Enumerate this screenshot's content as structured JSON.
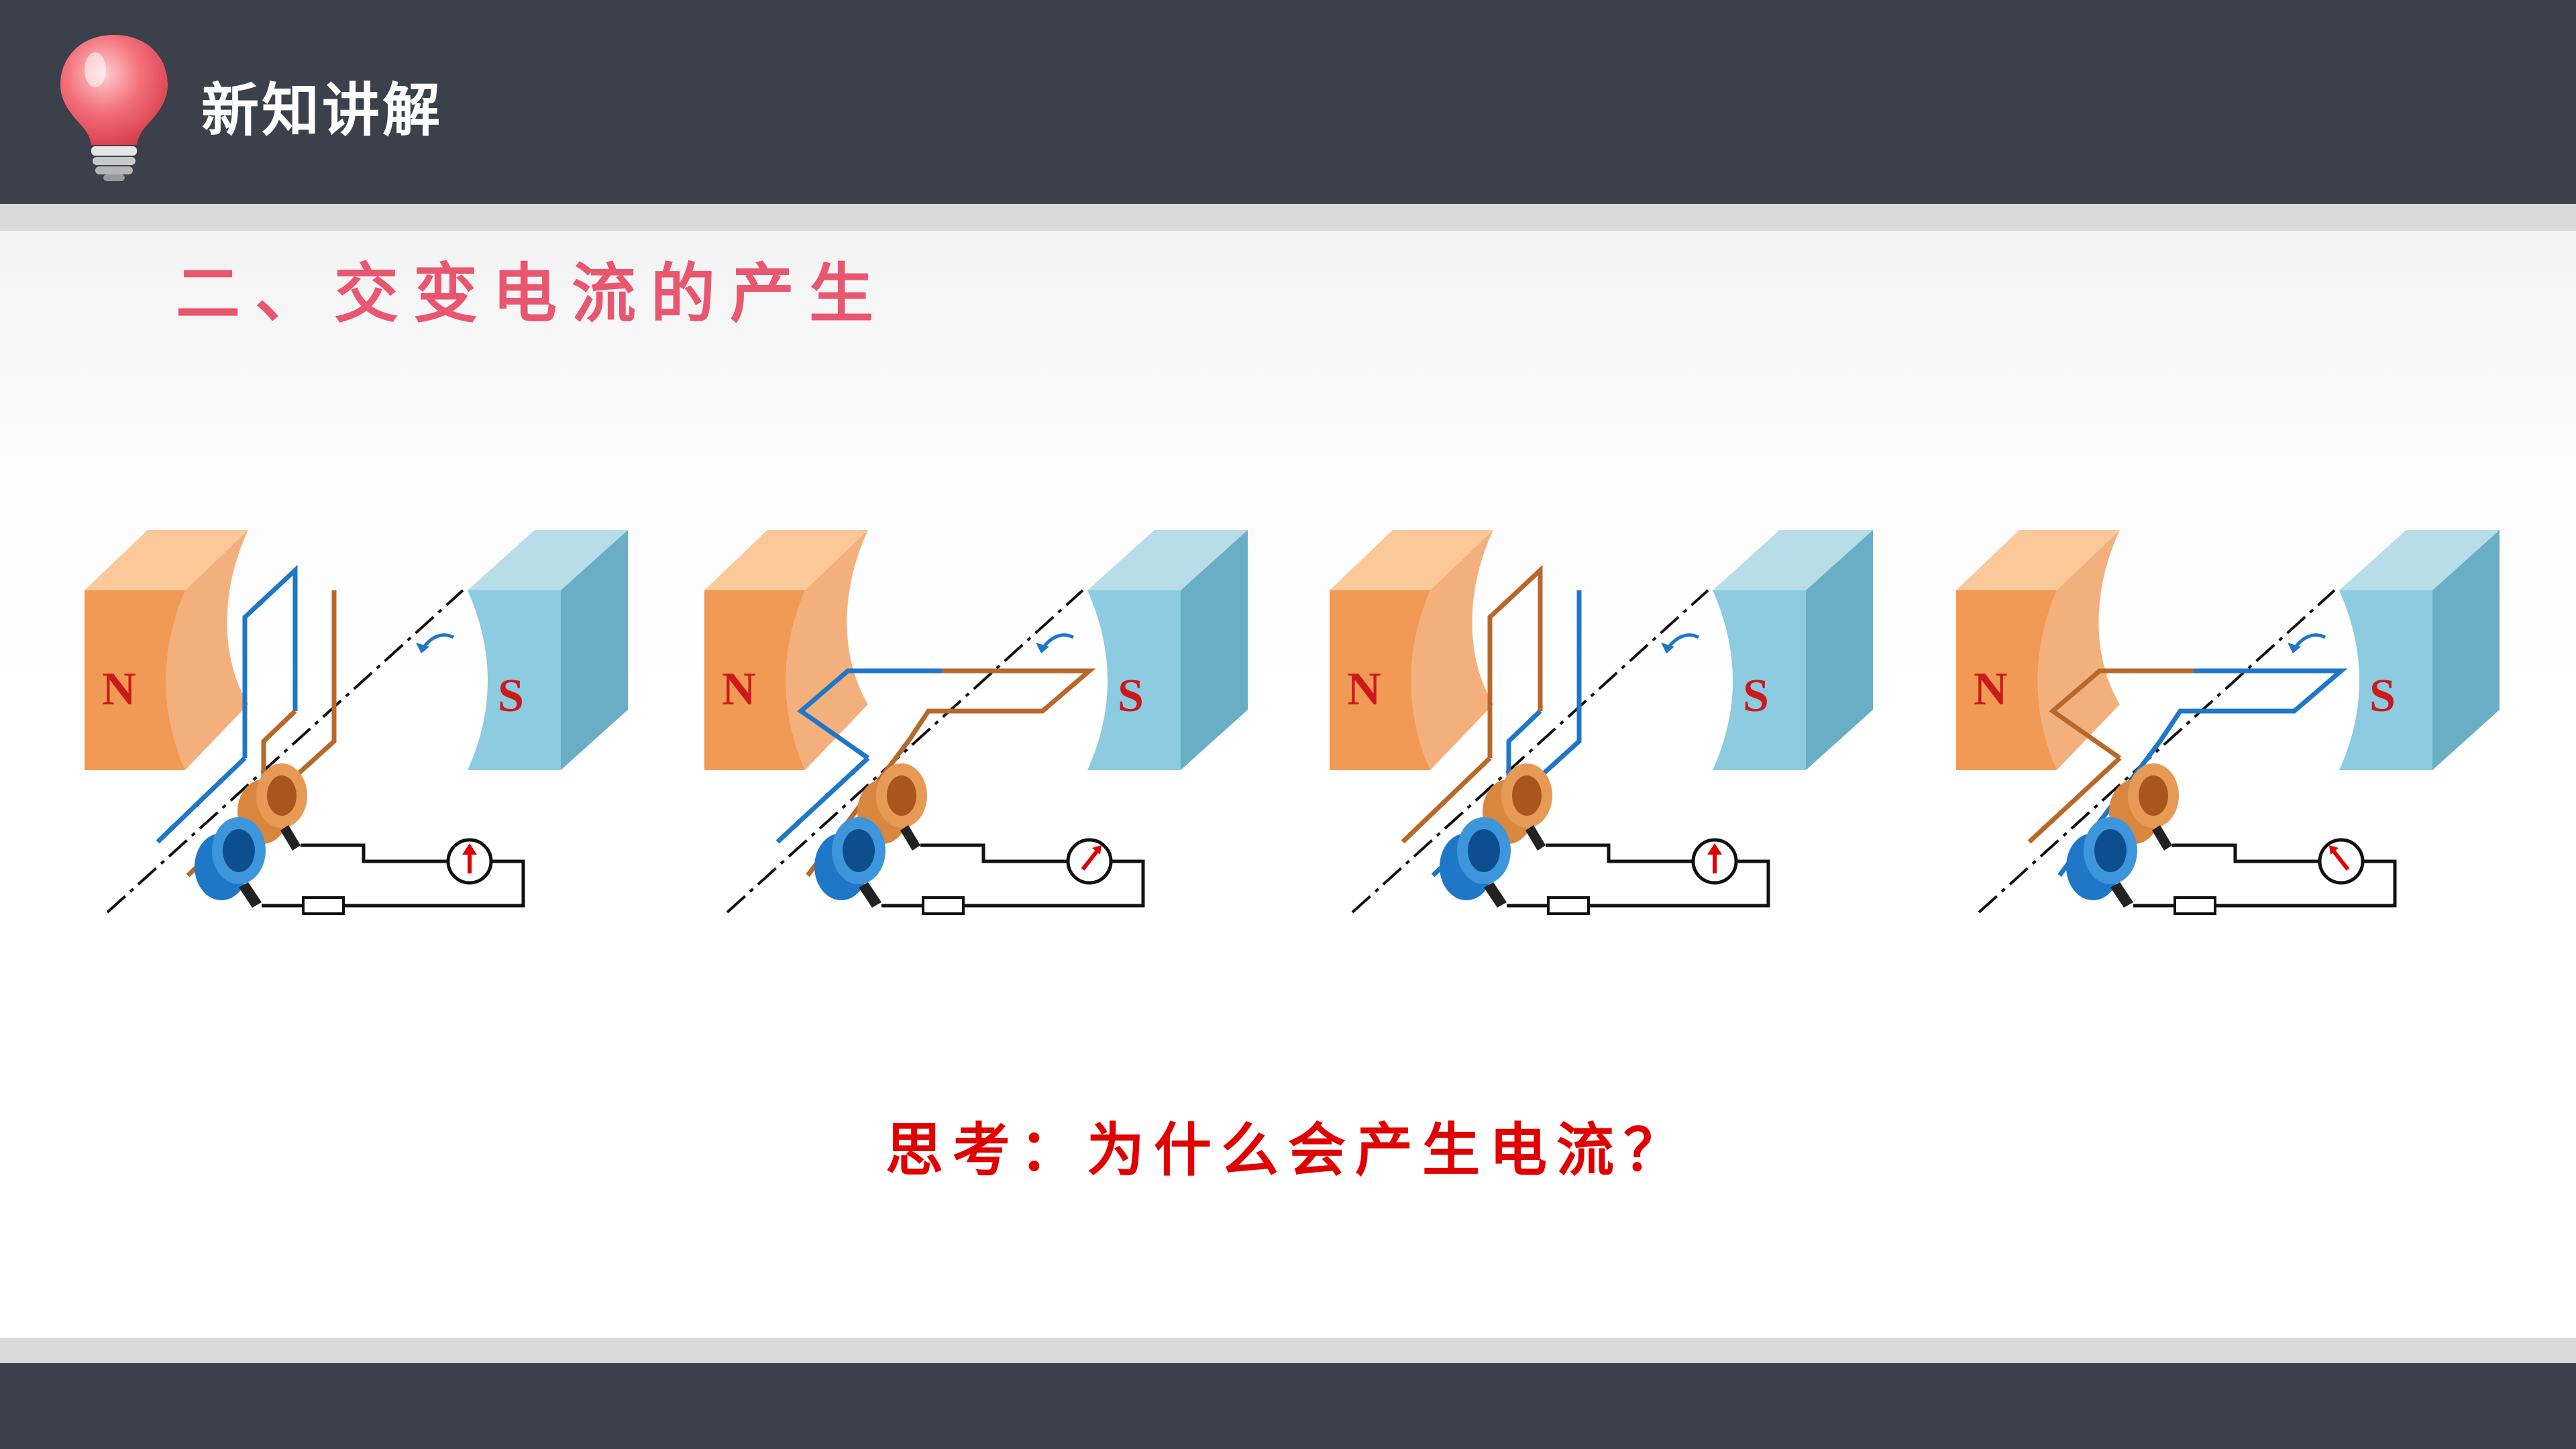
{
  "header": {
    "title": "新知讲解",
    "icon": "lightbulb-icon"
  },
  "section_title": "二、交变电流的产生",
  "question": "思考：为什么会产生电流？",
  "diagrams": [
    {
      "north_label": "N",
      "south_label": "S",
      "coil_orientation": "vertical",
      "meter_needle": "up"
    },
    {
      "north_label": "N",
      "south_label": "S",
      "coil_orientation": "horizontal",
      "meter_needle": "right"
    },
    {
      "north_label": "N",
      "south_label": "S",
      "coil_orientation": "vertical",
      "meter_needle": "up"
    },
    {
      "north_label": "N",
      "south_label": "S",
      "coil_orientation": "horizontal",
      "meter_needle": "left"
    }
  ],
  "colors": {
    "header_bg": "#3b404b",
    "stripe": "#d9d9d9",
    "section_title": "#e8566f",
    "question": "#e00000",
    "magnet_north": "#f09a55",
    "magnet_south": "#7fbfd6",
    "coil_blue": "#1f77c8",
    "coil_brown": "#b8682a",
    "pole_label": "#cc1a1a"
  }
}
